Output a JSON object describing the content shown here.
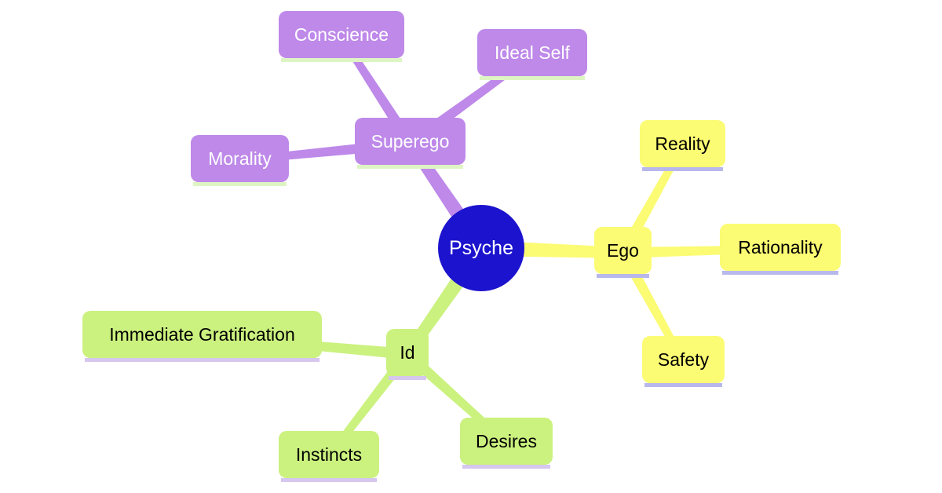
{
  "background_color": "#ffffff",
  "diagram": {
    "type": "mindmap",
    "title": "Psyche mind map",
    "root": {
      "label": "Psyche",
      "shape": "circle",
      "fill": "#1c13ce",
      "text_color": "#ffffff"
    },
    "branches": [
      {
        "label": "Superego",
        "fill": "#be89e9",
        "underline_color": "#def5c3",
        "text_color": "#ffffff",
        "children": [
          {
            "label": "Conscience"
          },
          {
            "label": "Ideal Self"
          },
          {
            "label": "Morality"
          }
        ]
      },
      {
        "label": "Ego",
        "fill": "#fbfb74",
        "underline_color": "#b8b8ec",
        "text_color": "#000000",
        "children": [
          {
            "label": "Reality"
          },
          {
            "label": "Rationality"
          },
          {
            "label": "Safety"
          }
        ]
      },
      {
        "label": "Id",
        "fill": "#cbf17f",
        "underline_color": "#d5c7ee",
        "text_color": "#000000",
        "children": [
          {
            "label": "Immediate Gratification"
          },
          {
            "label": "Instincts"
          },
          {
            "label": "Desires"
          }
        ]
      }
    ]
  }
}
